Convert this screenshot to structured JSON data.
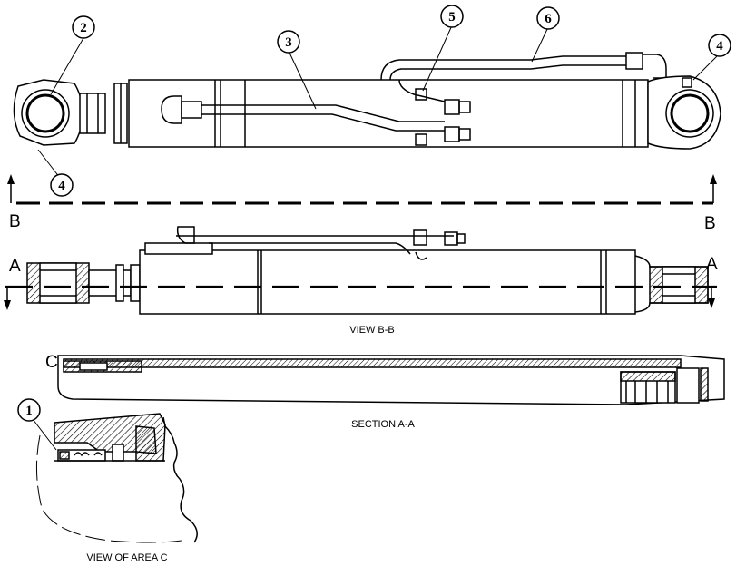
{
  "callouts": [
    {
      "id": "c1",
      "label": "1"
    },
    {
      "id": "c2",
      "label": "2"
    },
    {
      "id": "c3",
      "label": "3"
    },
    {
      "id": "c4a",
      "label": "4"
    },
    {
      "id": "c4b",
      "label": "4"
    },
    {
      "id": "c5",
      "label": "5"
    },
    {
      "id": "c6",
      "label": "6"
    }
  ],
  "section_marks": {
    "b_left": "B",
    "b_right": "B",
    "a_left": "A",
    "a_right": "A",
    "c_mark": "C"
  },
  "captions": {
    "view_bb": "VIEW B-B",
    "section_aa": "SECTION A-A",
    "view_area_c": "VIEW OF AREA C"
  }
}
